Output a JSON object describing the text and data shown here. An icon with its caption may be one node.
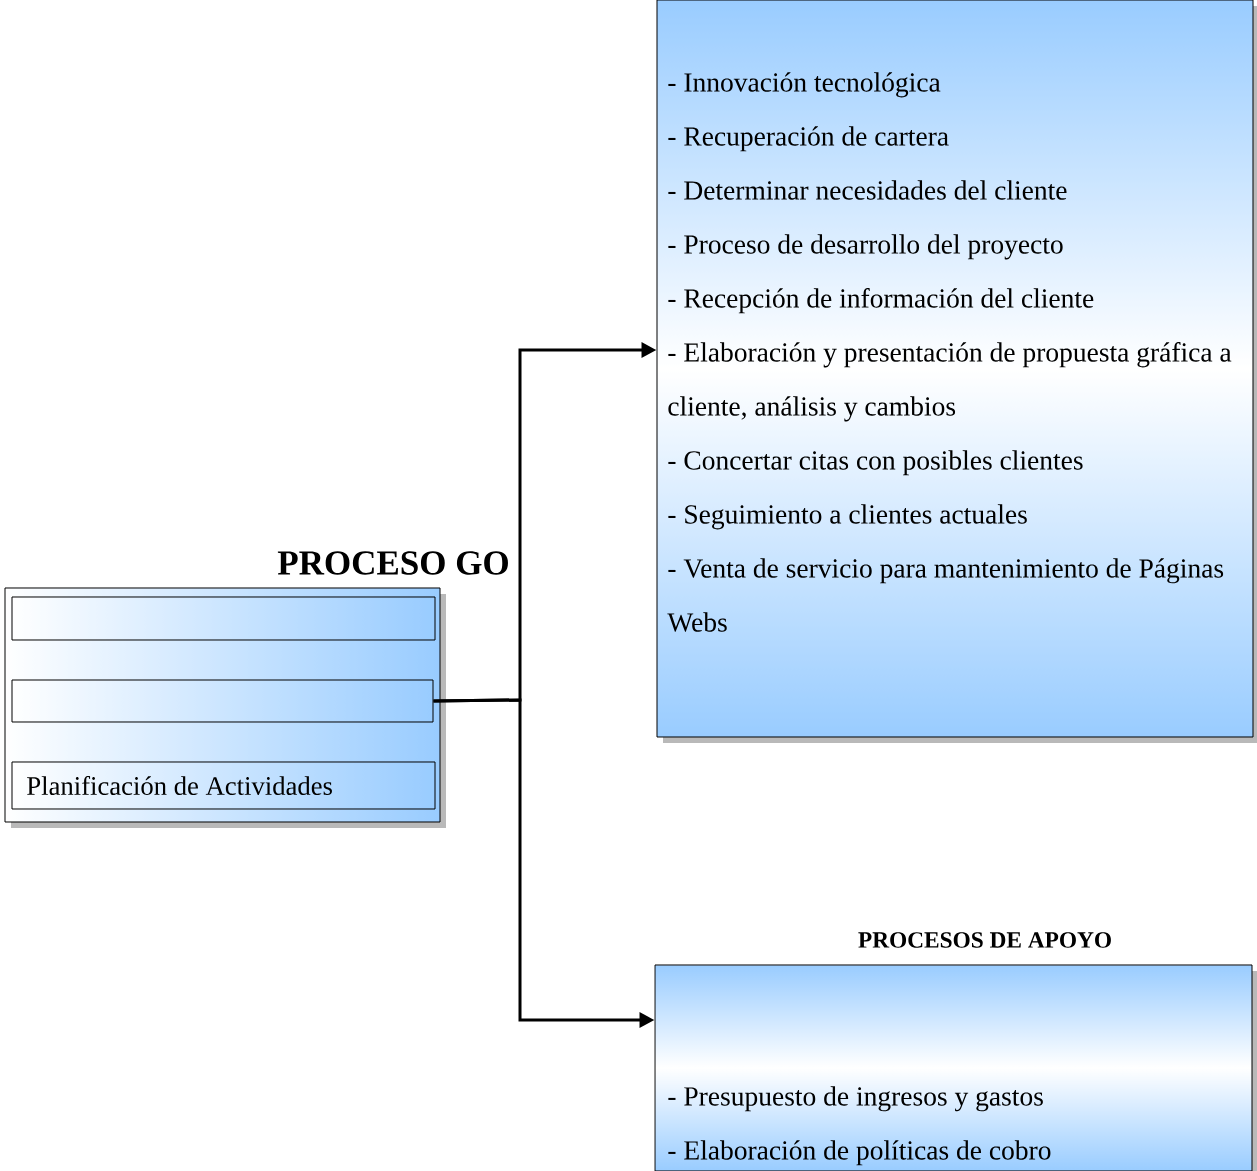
{
  "diagram": {
    "nodes": [
      {
        "text": [],
        "shape": "box"
      },
      {
        "text": [],
        "shape": "box",
        "in": 0
      },
      {
        "text": [],
        "shape": "box",
        "in": 0
      },
      {
        "text": [
          "Planificación de Actividades"
        ],
        "in": 0
      },
      {
        "text": [
          "- Innovación tecnológica",
          "- Recuperación de cartera",
          "- Determinar necesidades del cliente",
          "- Proceso de desarrollo del proyecto",
          "- Recepción de información del cliente",
          "- Elaboración y presentación de propuesta gráfica a cliente, análisis y cambios",
          "- Concertar citas con posibles clientes",
          "- Seguimiento a clientes actuales",
          "- Venta de servicio para mantenimiento de Páginas Webs"
        ]
      },
      {
        "text": [
          "PROCESOS DE APOYO",
          "- Presupuesto de ingresos y gastos",
          "- Elaboración de políticas de cobro"
        ]
      }
    ],
    "edges": [
      {
        "from": 2,
        "to": 4,
        "arrow": "to"
      },
      {
        "from": 2,
        "to": 5,
        "arrow": "to"
      }
    ],
    "labels": [
      "PROCESO GO"
    ]
  }
}
